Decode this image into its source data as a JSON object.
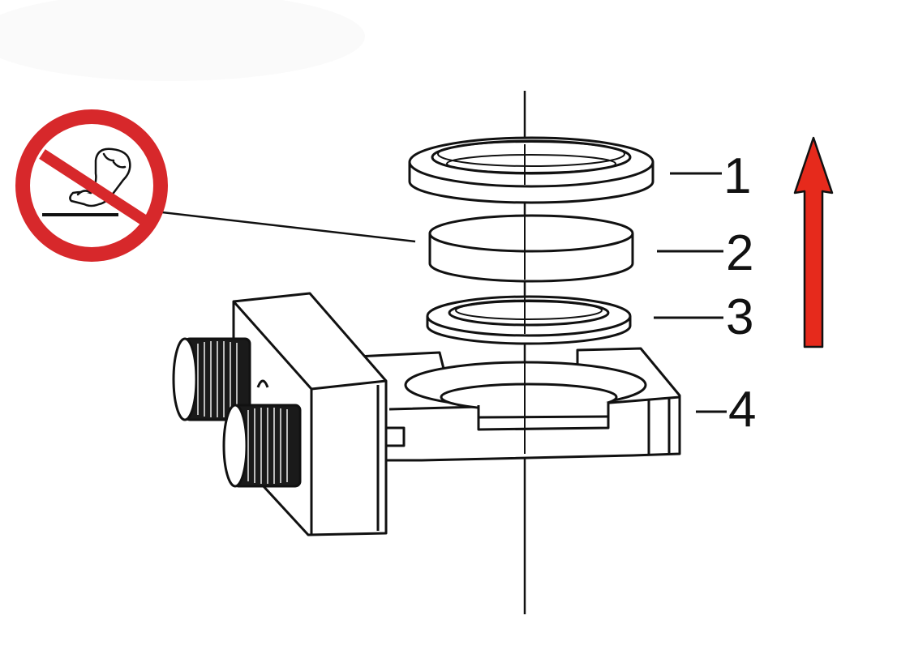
{
  "diagram": {
    "callouts": [
      {
        "id": "part-1",
        "label": "1"
      },
      {
        "id": "part-2",
        "label": "2"
      },
      {
        "id": "part-3",
        "label": "3"
      },
      {
        "id": "part-4",
        "label": "4"
      }
    ],
    "prohibition_sign": {
      "icon": "no-touch-icon",
      "color": "#d7282b"
    },
    "direction_arrow": {
      "icon": "arrow-up-icon",
      "direction": "up",
      "color": "#e62a1c"
    },
    "line_color": "#111111"
  }
}
